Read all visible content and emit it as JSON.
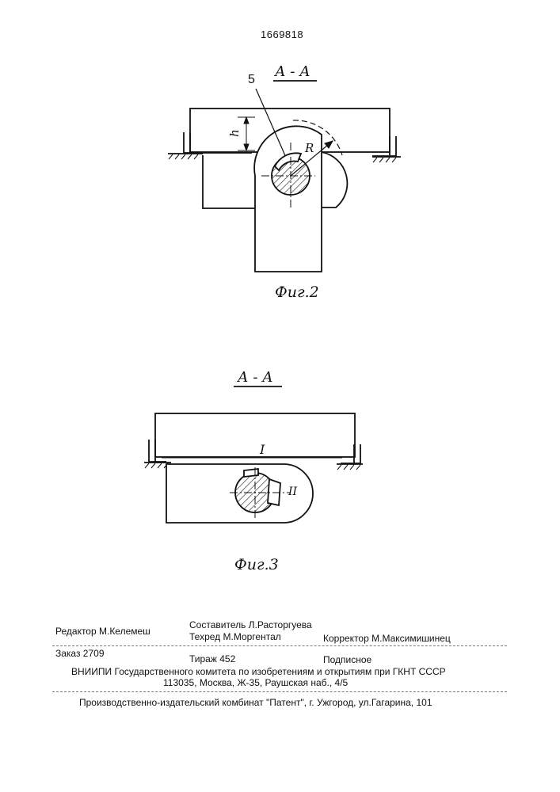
{
  "doc_number": "1669818",
  "figure2": {
    "section": "А - А",
    "label_5": "5",
    "label_h": "h",
    "label_R": "R",
    "caption": "Фиг.2"
  },
  "figure3": {
    "section": "А - А",
    "label_I": "I",
    "label_II": "II",
    "caption": "Фиг.3"
  },
  "footer": {
    "editor": "Редактор  М.Келемеш",
    "compiler": "Составитель  Л.Расторгуева",
    "techred": "Техред М.Моргентал",
    "corrector": "Корректор М.Максимишинец",
    "order": "Заказ  2709",
    "circulation": "Тираж 452",
    "subscription": "Подписное",
    "vniipi": "ВНИИПИ Государственного комитета по изобретениям и открытиям при ГКНТ СССР",
    "address": "113035, Москва, Ж-35, Раушская наб., 4/5",
    "printer": "Производственно-издательский комбинат \"Патент\", г. Ужгород, ул.Гагарина, 101"
  }
}
